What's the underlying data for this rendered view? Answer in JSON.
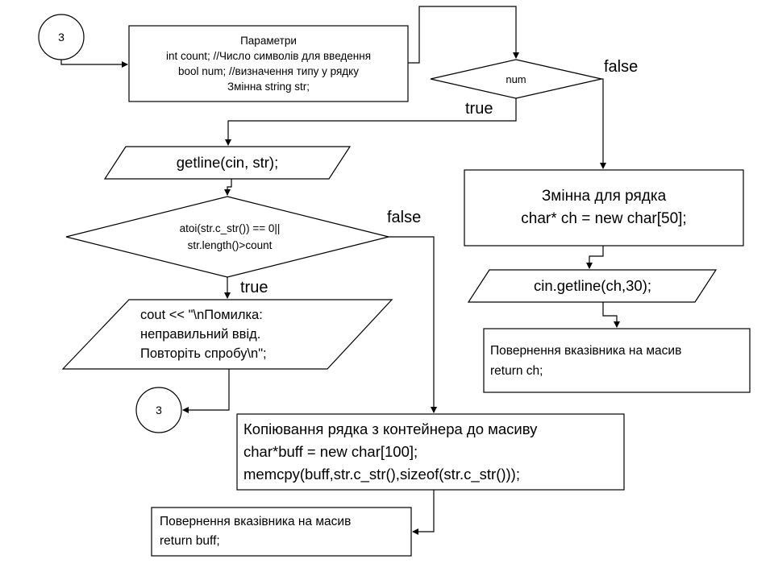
{
  "connector_top": "3",
  "connector_bottom": "3",
  "params_block": {
    "lines": [
      "Параметри",
      "int count; //Число символів для введення",
      "bool num; //визначення типу у рядку",
      "Змінна string str;"
    ]
  },
  "decision_num": "num",
  "label_num_true": "true",
  "label_num_false": "false",
  "getline_io": "getline(cin, str);",
  "decision_check": {
    "lines": [
      "atoi(str.c_str()) == 0||",
      "str.length()>count"
    ]
  },
  "label_check_true": "true",
  "label_check_false": "false",
  "error_output": {
    "lines": [
      "cout << \"\\nПомилка:",
      "неправильний ввід.",
      "Повторіть спробу\\n\";"
    ]
  },
  "copy_block": {
    "lines": [
      "Копіювання рядка з контейнера до масиву",
      "char*buff =  new char[100];",
      "memcpy(buff,str.c_str(),sizeof(str.c_str()));"
    ]
  },
  "return_buff": {
    "lines": [
      "Повернення  вказівника на масив",
      "return buff;"
    ]
  },
  "char_block": {
    "lines": [
      "Змінна для рядка",
      "char* ch = new char[50];"
    ]
  },
  "cin_getline_io": "cin.getline(ch,30);",
  "return_ch": {
    "lines": [
      "Повернення  вказівника на масив",
      "return ch;"
    ]
  }
}
